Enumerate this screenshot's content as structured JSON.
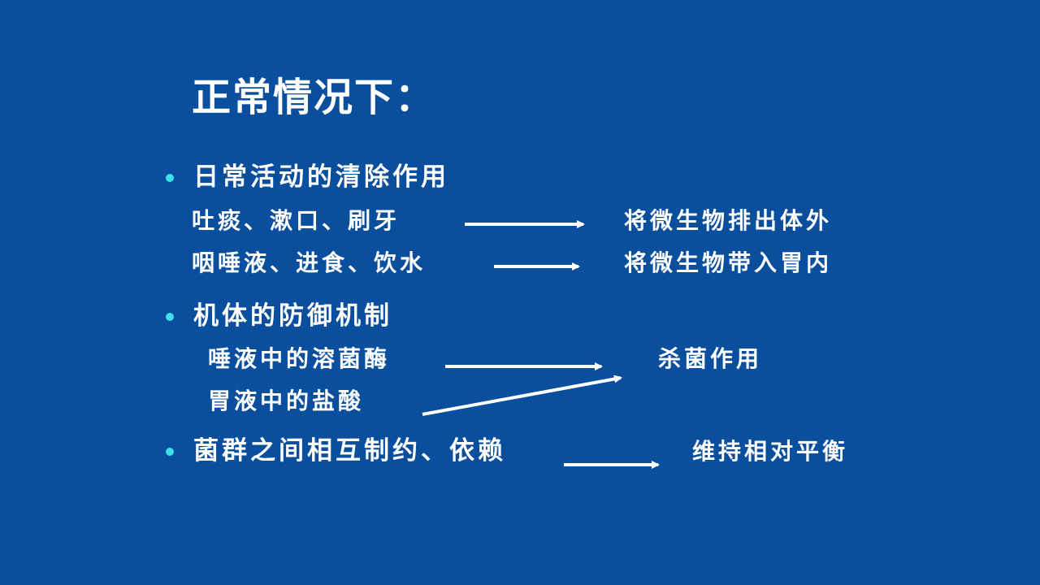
{
  "slide": {
    "title": "正常情况下：",
    "accent_color": "#40e0e8",
    "background_color": "#0a4e9e",
    "sections": [
      {
        "heading": "日常活动的清除作用",
        "rows": [
          {
            "left": "吐痰、漱口、刷牙",
            "right": "将微生物排出体外"
          },
          {
            "left": "咽唾液、进食、饮水",
            "right": "将微生物带入胃内"
          }
        ]
      },
      {
        "heading": "机体的防御机制",
        "rows": [
          {
            "left": "唾液中的溶菌酶",
            "right": "杀菌作用"
          },
          {
            "left": "胃液中的盐酸",
            "right": ""
          }
        ]
      },
      {
        "heading": "菌群之间相互制约、依赖",
        "rows": [
          {
            "left": "",
            "right": "维持相对平衡"
          }
        ]
      }
    ]
  }
}
